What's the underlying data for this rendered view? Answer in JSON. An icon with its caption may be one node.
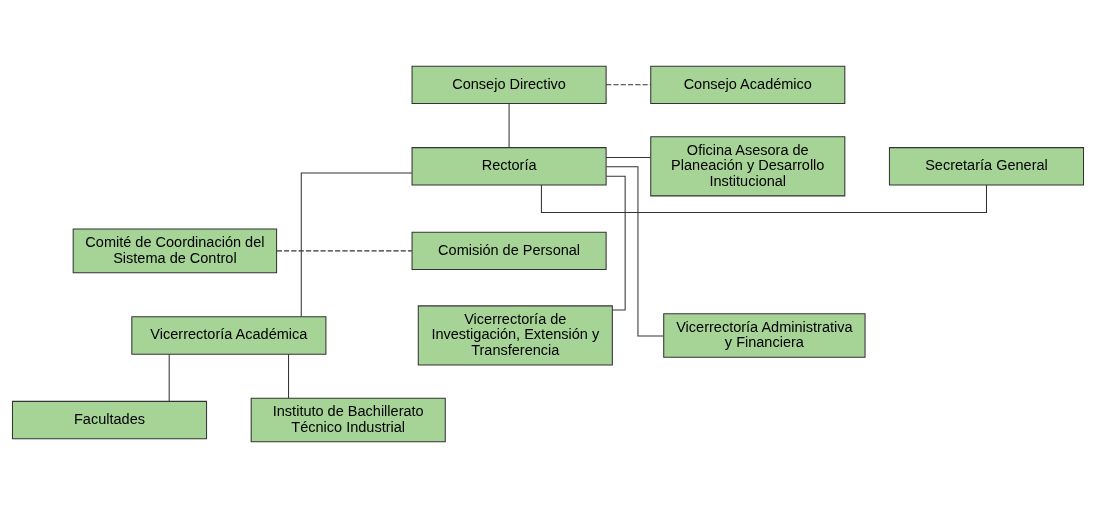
{
  "diagram": {
    "nodes": [
      {
        "text": [
          "Consejo Directivo"
        ]
      },
      {
        "text": [
          "Consejo Académico"
        ]
      },
      {
        "text": [
          "Secretaría General"
        ]
      },
      {
        "text": [
          "Rectoría"
        ]
      },
      {
        "text": [
          "Oficina Asesora de Planeación y Desarrollo Institucional"
        ]
      },
      {
        "text": [
          "Comité de Coordinación del Sistema de Control"
        ]
      },
      {
        "text": [
          "Comisión de Personal"
        ]
      },
      {
        "text": [
          "Vicerrectoría Académica"
        ]
      },
      {
        "text": [
          "Vicerrectoría de Investigación, Extensión y Transferencia"
        ]
      },
      {
        "text": [
          "Vicerrectoría Administrativa y Financiera"
        ]
      },
      {
        "text": [
          "Facultades"
        ]
      },
      {
        "text": [
          "Instituto de Bachillerato Técnico Industrial"
        ]
      }
    ],
    "edges": [
      {
        "from": 0,
        "to": 3,
        "arrow": "none"
      },
      {
        "from": 0,
        "to": 1,
        "arrow": "none",
        "style": "dashed"
      },
      {
        "from": 2,
        "to": 3,
        "arrow": "none"
      },
      {
        "from": 3,
        "to": 4,
        "arrow": "none"
      },
      {
        "from": 5,
        "to": 6,
        "arrow": "none",
        "style": "dashed"
      },
      {
        "from": 3,
        "to": 7,
        "arrow": "none"
      },
      {
        "from": 3,
        "to": 8,
        "arrow": "none"
      },
      {
        "from": 3,
        "to": 9,
        "arrow": "none"
      },
      {
        "from": 7,
        "to": 10,
        "arrow": "none"
      },
      {
        "from": 7,
        "to": 11,
        "arrow": "none"
      }
    ]
  }
}
